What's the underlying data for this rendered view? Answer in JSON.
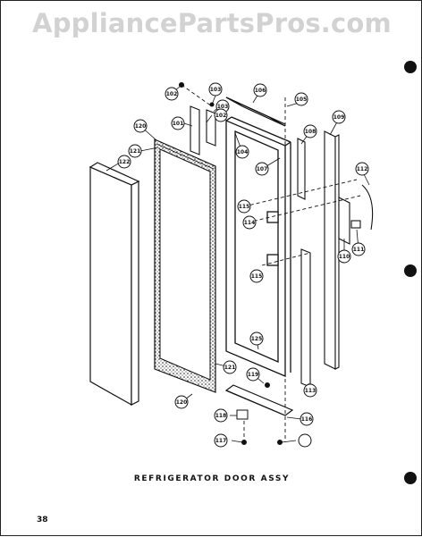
{
  "watermark": "AppliancePartsPros.com",
  "caption": "REFRIGERATOR DOOR ASSY",
  "page_number": "38",
  "callouts": {
    "c102a": "102",
    "c103a": "103",
    "c103b": "103",
    "c106": "106",
    "c101": "101",
    "c102b": "102",
    "c120a": "120",
    "c121a": "121",
    "c122": "122",
    "c104": "104",
    "c107": "107",
    "c108": "108",
    "c109": "109",
    "c112": "112",
    "c115a": "115",
    "c114": "114",
    "c111": "111",
    "c110": "110",
    "c115b": "115",
    "c125": "125",
    "c121b": "121",
    "c119": "119",
    "c113": "113",
    "c120b": "120",
    "c118": "118",
    "c116": "116",
    "c117": "117",
    "c105": "105"
  }
}
